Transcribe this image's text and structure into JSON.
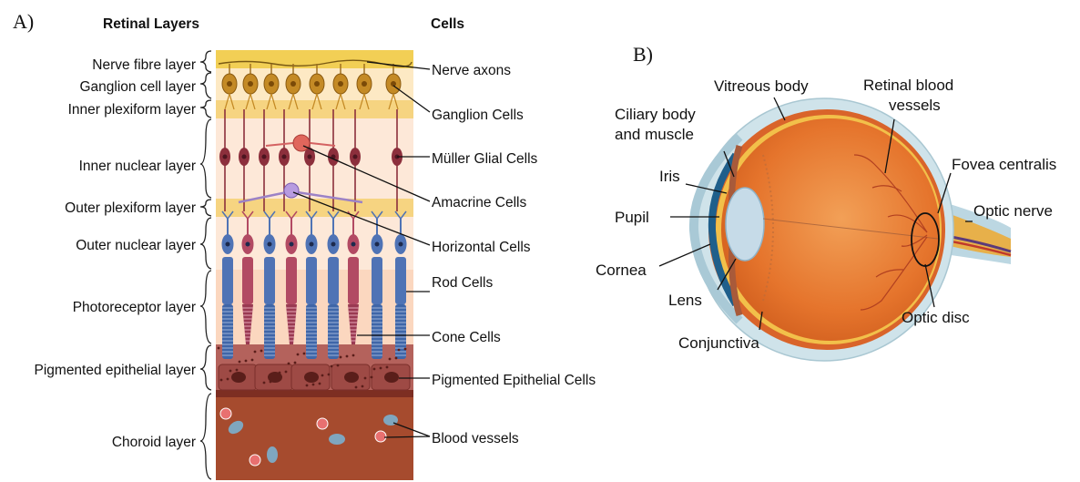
{
  "panel_a": {
    "panel_label": "A)",
    "header_layers": "Retinal Layers",
    "header_cells": "Cells",
    "layers": [
      "Nerve fibre layer",
      "Ganglion cell layer",
      "Inner plexiform layer",
      "Inner nuclear layer",
      "Outer plexiform  layer",
      "Outer nuclear layer",
      "Photoreceptor layer",
      "Pigmented epithelial layer",
      "Choroid layer"
    ],
    "cells": [
      "Nerve axons",
      "Ganglion Cells",
      "Müller Glial Cells",
      "Amacrine Cells",
      "Horizontal Cells",
      "Rod Cells",
      "Cone Cells",
      "Pigmented Epithelial Cells",
      "Blood vessels"
    ],
    "colors": {
      "nerve_fibre": "#f2cf55",
      "ganglion_band": "#fde9c4",
      "plexiform": "#f6d481",
      "nuclear": "#fde8d8",
      "photoreceptor": "#fbd7bf",
      "pigment": "#b4625c",
      "choroid": "#a64b2e",
      "rod": "#4f73b5",
      "cone": "#b24a63",
      "ganglion_cell": "#c48a25",
      "muller": "#8c2f3c"
    }
  },
  "panel_b": {
    "panel_label": "B)",
    "labels": {
      "vitreous": "Vitreous body",
      "retinal_vessels_1": "Retinal blood",
      "retinal_vessels_2": "vessels",
      "ciliary_1": "Ciliary body",
      "ciliary_2": "and muscle",
      "fovea": "Fovea centralis",
      "iris": "Iris",
      "optic_nerve": "Optic nerve",
      "pupil": "Pupil",
      "cornea": "Cornea",
      "lens": "Lens",
      "optic_disc": "Optic disc",
      "conjunctiva": "Conjunctiva"
    },
    "colors": {
      "sclera": "#cfe3ea",
      "eyeball": "#e8772e",
      "lens": "#c6dbe8",
      "optic_nerve": "#e7b04a"
    }
  }
}
